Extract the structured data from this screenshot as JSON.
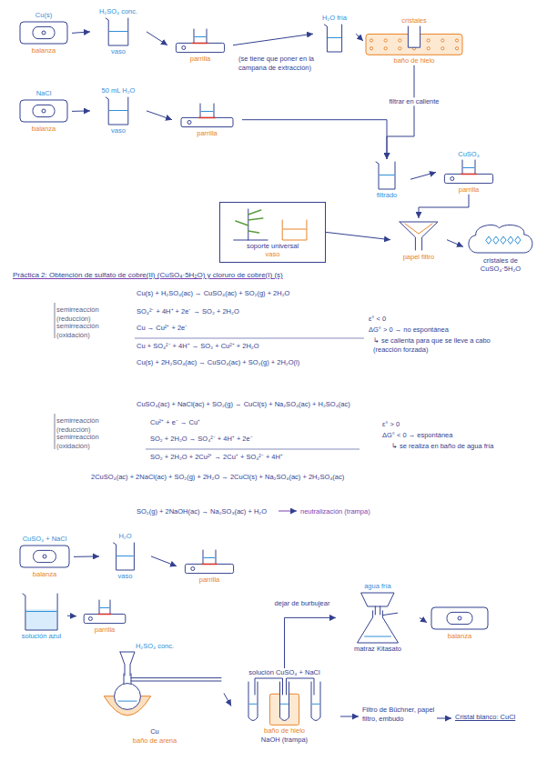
{
  "diagram": {
    "title": "Práctica 2: Obtención de sulfato de cobre(II) (CuSO₄·5H₂O) y cloruro de cobre(I) (s)",
    "nodes": [
      {
        "text": [
          "Cu(s)",
          "balanza"
        ]
      },
      {
        "text": [
          "H₂SO₄ conc.",
          "vaso"
        ]
      },
      {
        "text": [
          "parrilla"
        ]
      },
      {
        "text": [
          "H₂O fría"
        ]
      },
      {
        "text": [
          "cristales",
          "baño de hielo"
        ]
      },
      {
        "text": [
          "NaCl",
          "balanza"
        ]
      },
      {
        "text": [
          "50 mL H₂O",
          "vaso"
        ]
      },
      {
        "text": [
          "parrilla"
        ]
      },
      {
        "text": [
          "filtrado"
        ]
      },
      {
        "text": [
          "CuSO₄",
          "parrilla"
        ]
      },
      {
        "text": [
          "soporte universal",
          "vaso"
        ]
      },
      {
        "text": [
          "papel filtro"
        ]
      },
      {
        "text": [
          "cristales de CuSO₄·5H₂O"
        ]
      },
      {
        "text": [
          "CuSO₄ + NaCl",
          "balanza"
        ]
      },
      {
        "text": [
          "H₂O",
          "vaso"
        ]
      },
      {
        "text": [
          "parrilla"
        ]
      },
      {
        "text": [
          "solución azul"
        ]
      },
      {
        "text": [
          "parrilla"
        ]
      },
      {
        "text": [
          "H₂SO₄ conc.",
          "Cu",
          "baño de arena"
        ]
      },
      {
        "text": [
          "solución CuSO₄ + NaCl",
          "baño de hielo",
          "NaOH (trampa)"
        ]
      },
      {
        "text": [
          "agua fría",
          "matraz Kitasato"
        ]
      },
      {
        "text": [
          "balanza"
        ]
      }
    ],
    "edges": [
      {
        "from": 0,
        "to": 1,
        "arrow": "to"
      },
      {
        "from": 1,
        "to": 2,
        "arrow": "to"
      },
      {
        "from": 2,
        "to": 3,
        "arrow": "to"
      },
      {
        "from": 3,
        "to": 4,
        "arrow": "to"
      },
      {
        "from": 4,
        "to": 8,
        "label": "filtrar en caliente",
        "arrow": "to"
      },
      {
        "from": 5,
        "to": 6,
        "arrow": "to"
      },
      {
        "from": 6,
        "to": 7,
        "arrow": "to"
      },
      {
        "from": 7,
        "to": 8,
        "arrow": "to"
      },
      {
        "from": 8,
        "to": 9,
        "arrow": "to"
      },
      {
        "from": 9,
        "to": 11,
        "arrow": "to"
      },
      {
        "from": 10,
        "to": 11,
        "arrow": "to"
      },
      {
        "from": 11,
        "to": 12,
        "arrow": "to"
      },
      {
        "from": 13,
        "to": 14,
        "arrow": "to"
      },
      {
        "from": 14,
        "to": 15,
        "arrow": "to"
      },
      {
        "from": 16,
        "to": 17,
        "arrow": "to"
      },
      {
        "from": 18,
        "to": 19,
        "arrow": "to"
      },
      {
        "from": 19,
        "to": 20,
        "label": "dejar de burbujear",
        "arrow": "to"
      },
      {
        "from": 20,
        "to": 21,
        "arrow": "to"
      }
    ],
    "labels": [
      "Cu(s) + H₂SO₄(ac) → CuSO₄(ac) + SO₂(g) + 2H₂O",
      "semirreacción (reducción)",
      "SO₄²⁻ + 4H⁺ + 2e⁻ → SO₂ + 2H₂O",
      "semirreacción (oxidación)",
      "Cu → Cu²⁺ + 2e⁻",
      "Cu + SO₄²⁻ + 4H⁺ → SO₂ + Cu²⁺ + 2H₂O",
      "Cu(s) + 2H₂SO₄(ac) → CuSO₄(ac) + SO₂(g) + 2H₂O(l)",
      "ε° < 0",
      "ΔG° > 0 → no espontánea",
      "↳ se calienta para que se lleve a cabo (reacción forzada)",
      "CuSO₄(ac) + NaCl(ac) + SO₂(g) → CuCl(s) + Na₂SO₄(ac) + H₂SO₄(ac)",
      "semirreacción (reducción)",
      "Cu²⁺ + e⁻ → Cu⁺",
      "semirreacción (oxidación)",
      "SO₂ + 2H₂O → SO₄²⁻ + 4H⁺ + 2e⁻",
      "SO₂ + 2H₂O + 2Cu²⁺ → 2Cu⁺ + SO₄²⁻ + 4H⁺",
      "2CuSO₄(ac) + 2NaCl(ac) + SO₂(g) + 2H₂O → 2CuCl(s) + Na₂SO₄(ac) + 2H₂SO₄(ac)",
      "ε° > 0",
      "ΔG° < 0 → espontánea",
      "↳ se realiza en baño de agua fría",
      "SO₂(g) + 2NaOH(ac) → Na₂SO₃(ac) + H₂O",
      "neutralización (trampa)",
      "(se tiene que poner en la campana de extracción)",
      "Filtro de Büchner, papel filtro, embudo",
      "Cristal blanco: CuCl"
    ]
  }
}
